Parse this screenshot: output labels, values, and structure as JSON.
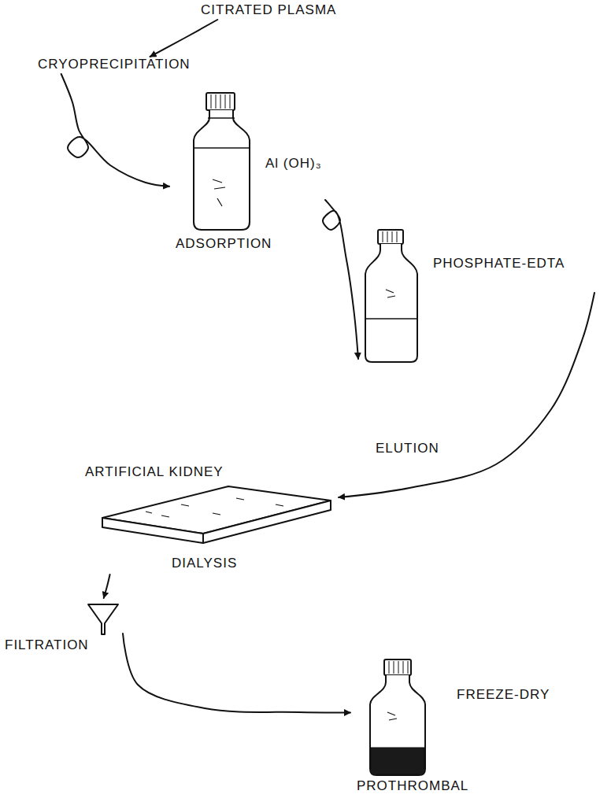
{
  "diagram": {
    "nodes": [
      {
        "text": [
          "CITRATED PLASMA"
        ]
      },
      {
        "text": [
          "CRYOPRECIPITATION"
        ]
      },
      {
        "text": [
          "Al (OH)₃",
          "ADSORPTION"
        ]
      },
      {
        "text": [
          "PHOSPHATE-EDTA",
          "ELUTION"
        ]
      },
      {
        "text": [
          "ARTIFICIAL KIDNEY",
          "DIALYSIS"
        ]
      },
      {
        "text": [
          "FILTRATION"
        ]
      },
      {
        "text": [
          "FREEZE-DRY",
          "PROTHROMBAL"
        ]
      }
    ],
    "edges": [
      {
        "from": 0,
        "to": 1,
        "arrow": "to"
      },
      {
        "from": 1,
        "to": 2,
        "arrow": "to"
      },
      {
        "from": 2,
        "to": 3,
        "arrow": "to"
      },
      {
        "from": 3,
        "to": 4,
        "arrow": "to"
      },
      {
        "from": 4,
        "to": 5,
        "arrow": "to"
      },
      {
        "from": 5,
        "to": 6,
        "arrow": "to"
      }
    ]
  }
}
